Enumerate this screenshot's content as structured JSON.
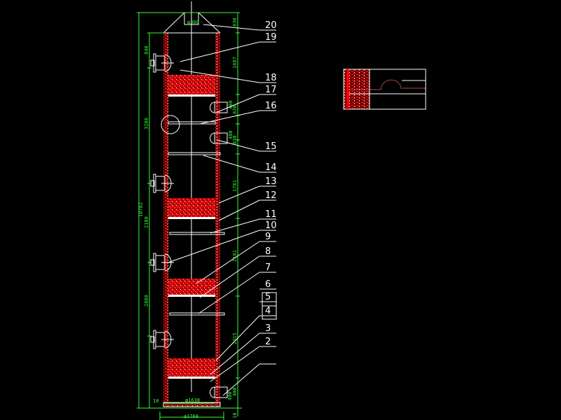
{
  "colors": {
    "background": "#000000",
    "outline": "#ffffff",
    "dimension": "#33ff33",
    "brick": "#e00000",
    "packing": "#ff1a1a"
  },
  "dimensions": {
    "overall_height": "10782",
    "left": [
      "840",
      "3280",
      "2180",
      "2080"
    ],
    "right": [
      "830",
      "1687",
      "400",
      "830",
      "400",
      "830",
      "1781",
      "2181",
      "2315",
      "400",
      "400",
      "10"
    ],
    "top_nozzle": "φ300",
    "inner_diameter": "φ1638",
    "outer_diameter": "φ1768",
    "wall_offset": "10"
  },
  "part_labels": [
    "20",
    "19",
    "18",
    "17",
    "16",
    "15",
    "14",
    "13",
    "12",
    "11",
    "10",
    "9",
    "8",
    "7",
    "6",
    "5",
    "4",
    "3",
    "2",
    ""
  ]
}
